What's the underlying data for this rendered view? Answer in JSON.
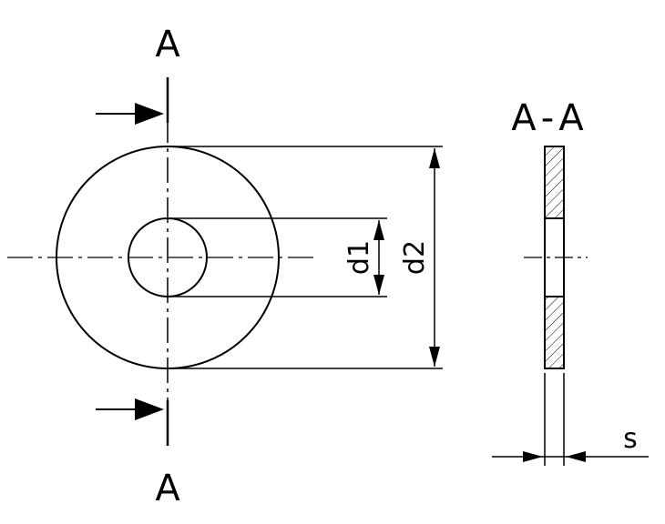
{
  "labels": {
    "section_top": "A",
    "section_bottom": "A",
    "section_view_title": "A-A",
    "inner_diameter": "d1",
    "outer_diameter": "d2",
    "thickness": "s"
  },
  "colors": {
    "line": "#000000",
    "background": "#ffffff",
    "hatch": "#000000"
  }
}
